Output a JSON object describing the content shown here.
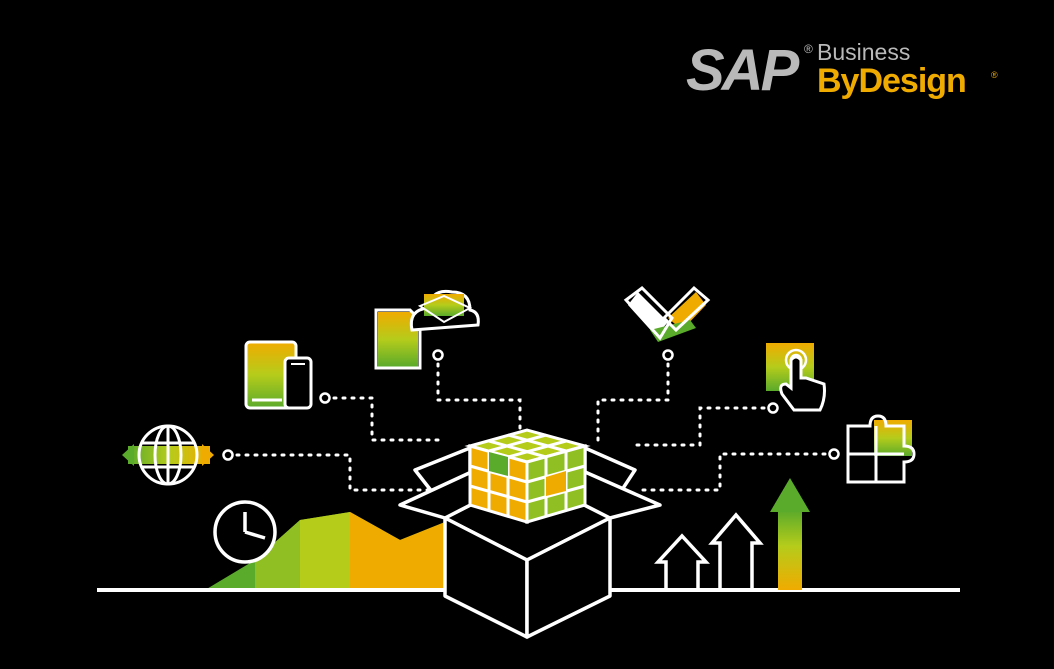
{
  "logo": {
    "brand": "SAP",
    "registered_mark": "®",
    "product_line": "Business",
    "product_name": "ByDesign",
    "product_registered_mark": "®"
  },
  "colors": {
    "background": "#000000",
    "line": "#ffffff",
    "yellow": "#f0ab00",
    "light_green": "#b5cc1b",
    "green": "#5aaa2b",
    "gray": "#b9b9b9"
  },
  "icons": [
    "globe-icon",
    "tablet-phone-icon",
    "document-cloud-icon",
    "handshake-icon",
    "touch-screen-icon",
    "puzzle-icon",
    "pie-chart-icon",
    "growth-arrows-icon",
    "open-box-icon",
    "cube-icon"
  ]
}
